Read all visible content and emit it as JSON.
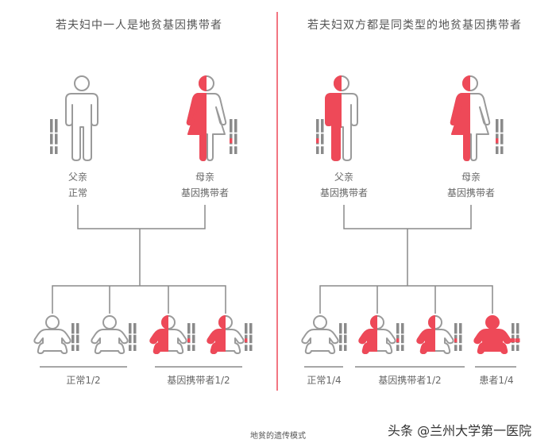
{
  "colors": {
    "accent": "#ee4958",
    "line": "#8a8a8a",
    "outline": "#9a9a9a"
  },
  "left": {
    "title": "若夫妇中一人是地贫基因携带者",
    "father": {
      "relation": "父亲",
      "status_label": "正常",
      "status": "normal"
    },
    "mother": {
      "relation": "母亲",
      "status_label": "基因携带者",
      "status": "carrier"
    },
    "children": [
      "normal",
      "normal",
      "carrier",
      "carrier"
    ],
    "groups": [
      {
        "label": "正常1/2"
      },
      {
        "label": "基因携带者1/2"
      }
    ]
  },
  "right": {
    "title": "若夫妇双方都是同类型的地贫基因携带者",
    "father": {
      "relation": "父亲",
      "status_label": "基因携带者",
      "status": "carrier"
    },
    "mother": {
      "relation": "母亲",
      "status_label": "基因携带者",
      "status": "carrier"
    },
    "children": [
      "normal",
      "carrier",
      "carrier",
      "affected"
    ],
    "groups": [
      {
        "label": "正常1/4"
      },
      {
        "label": "基因携带者1/2"
      },
      {
        "label": "患者1/4"
      }
    ]
  },
  "caption": "地贫的遗传模式",
  "watermark": "头条 @兰州大学第一医院"
}
